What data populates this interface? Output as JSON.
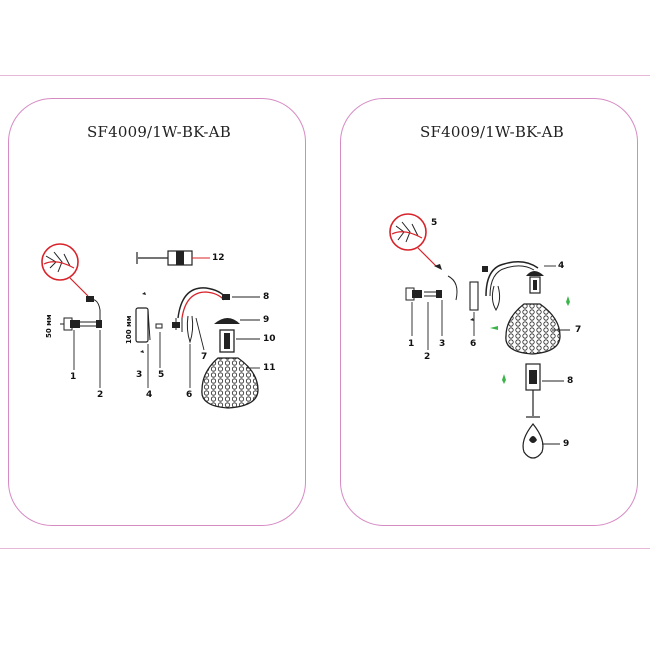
{
  "left_panel": {
    "title": "SF4009/1W-BK-AB",
    "dimensions": {
      "d1": "50 мм",
      "d2": "100 мм"
    },
    "callouts": [
      "1",
      "2",
      "3",
      "4",
      "5",
      "6",
      "7",
      "8",
      "9",
      "10",
      "11",
      "12"
    ]
  },
  "right_panel": {
    "title": "SF4009/1W-BK-AB",
    "callouts": [
      "1",
      "2",
      "3",
      "4",
      "5",
      "6",
      "7",
      "8",
      "9"
    ]
  },
  "colors": {
    "frame": "#d68ac4",
    "rule": "#e8b8d8",
    "wire_red": "#d8232a",
    "line": "#222222",
    "arrow_green": "#3bb54a"
  }
}
